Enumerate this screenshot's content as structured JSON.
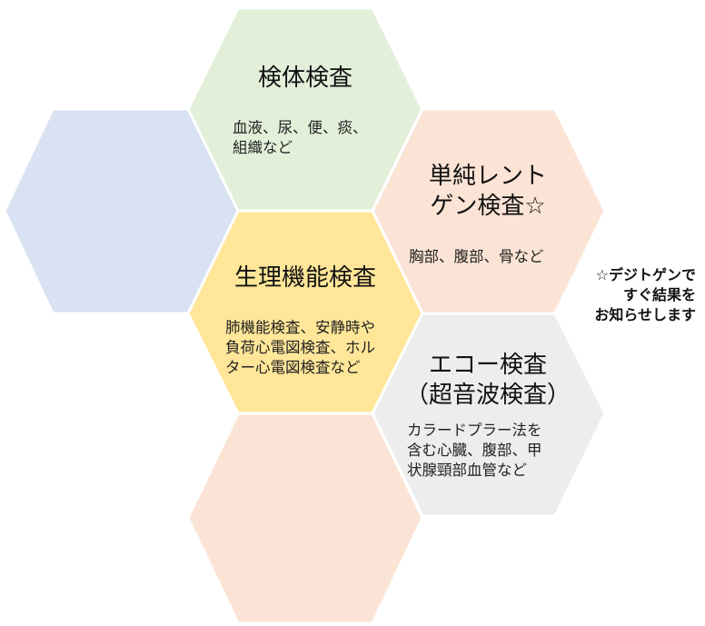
{
  "colors": {
    "specimen": "#e2efd9",
    "xray": "#fbe4d5",
    "physiological": "#ffe699",
    "echo": "#ededed",
    "empty_left": "#d9e2f3",
    "empty_bottom": "#fbe4d5"
  },
  "hexes": {
    "specimen": {
      "title": "検体検査",
      "desc": "血液、尿、便、痰、\n組織など"
    },
    "xray": {
      "title": "単純レント\nゲン検査☆",
      "desc": "胸部、腹部、骨など"
    },
    "physiological": {
      "title": "生理機能検査",
      "desc": "肺機能検査、安静時や\n負荷心電図検査、ホル\nター心電図検査など"
    },
    "echo": {
      "title": "エコー検査\n（超音波検査）",
      "desc": "カラードプラー法を\n含む心臓、腹部、甲\n状腺頸部血管など"
    }
  },
  "note": "☆デジトゲンで\nすぐ結果を\nお知らせします"
}
